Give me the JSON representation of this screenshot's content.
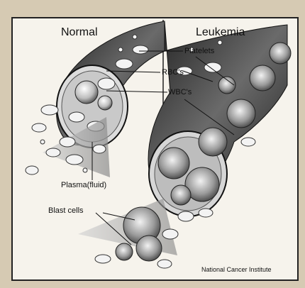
{
  "diagram": {
    "titles": {
      "normal": "Normal",
      "leukemia": "Leukemia"
    },
    "labels": {
      "platelets": "Platelets",
      "rbcs": "RBC's",
      "wbcs": "WBC's",
      "plasma": "Plasma(fluid)",
      "blast_cells": "Blast cells"
    },
    "credit": "National Cancer Institute",
    "colors": {
      "frame": "#d6cab3",
      "panel": "#f6f3ec",
      "ink": "#111111",
      "vessel": "#3a3a3a"
    }
  }
}
